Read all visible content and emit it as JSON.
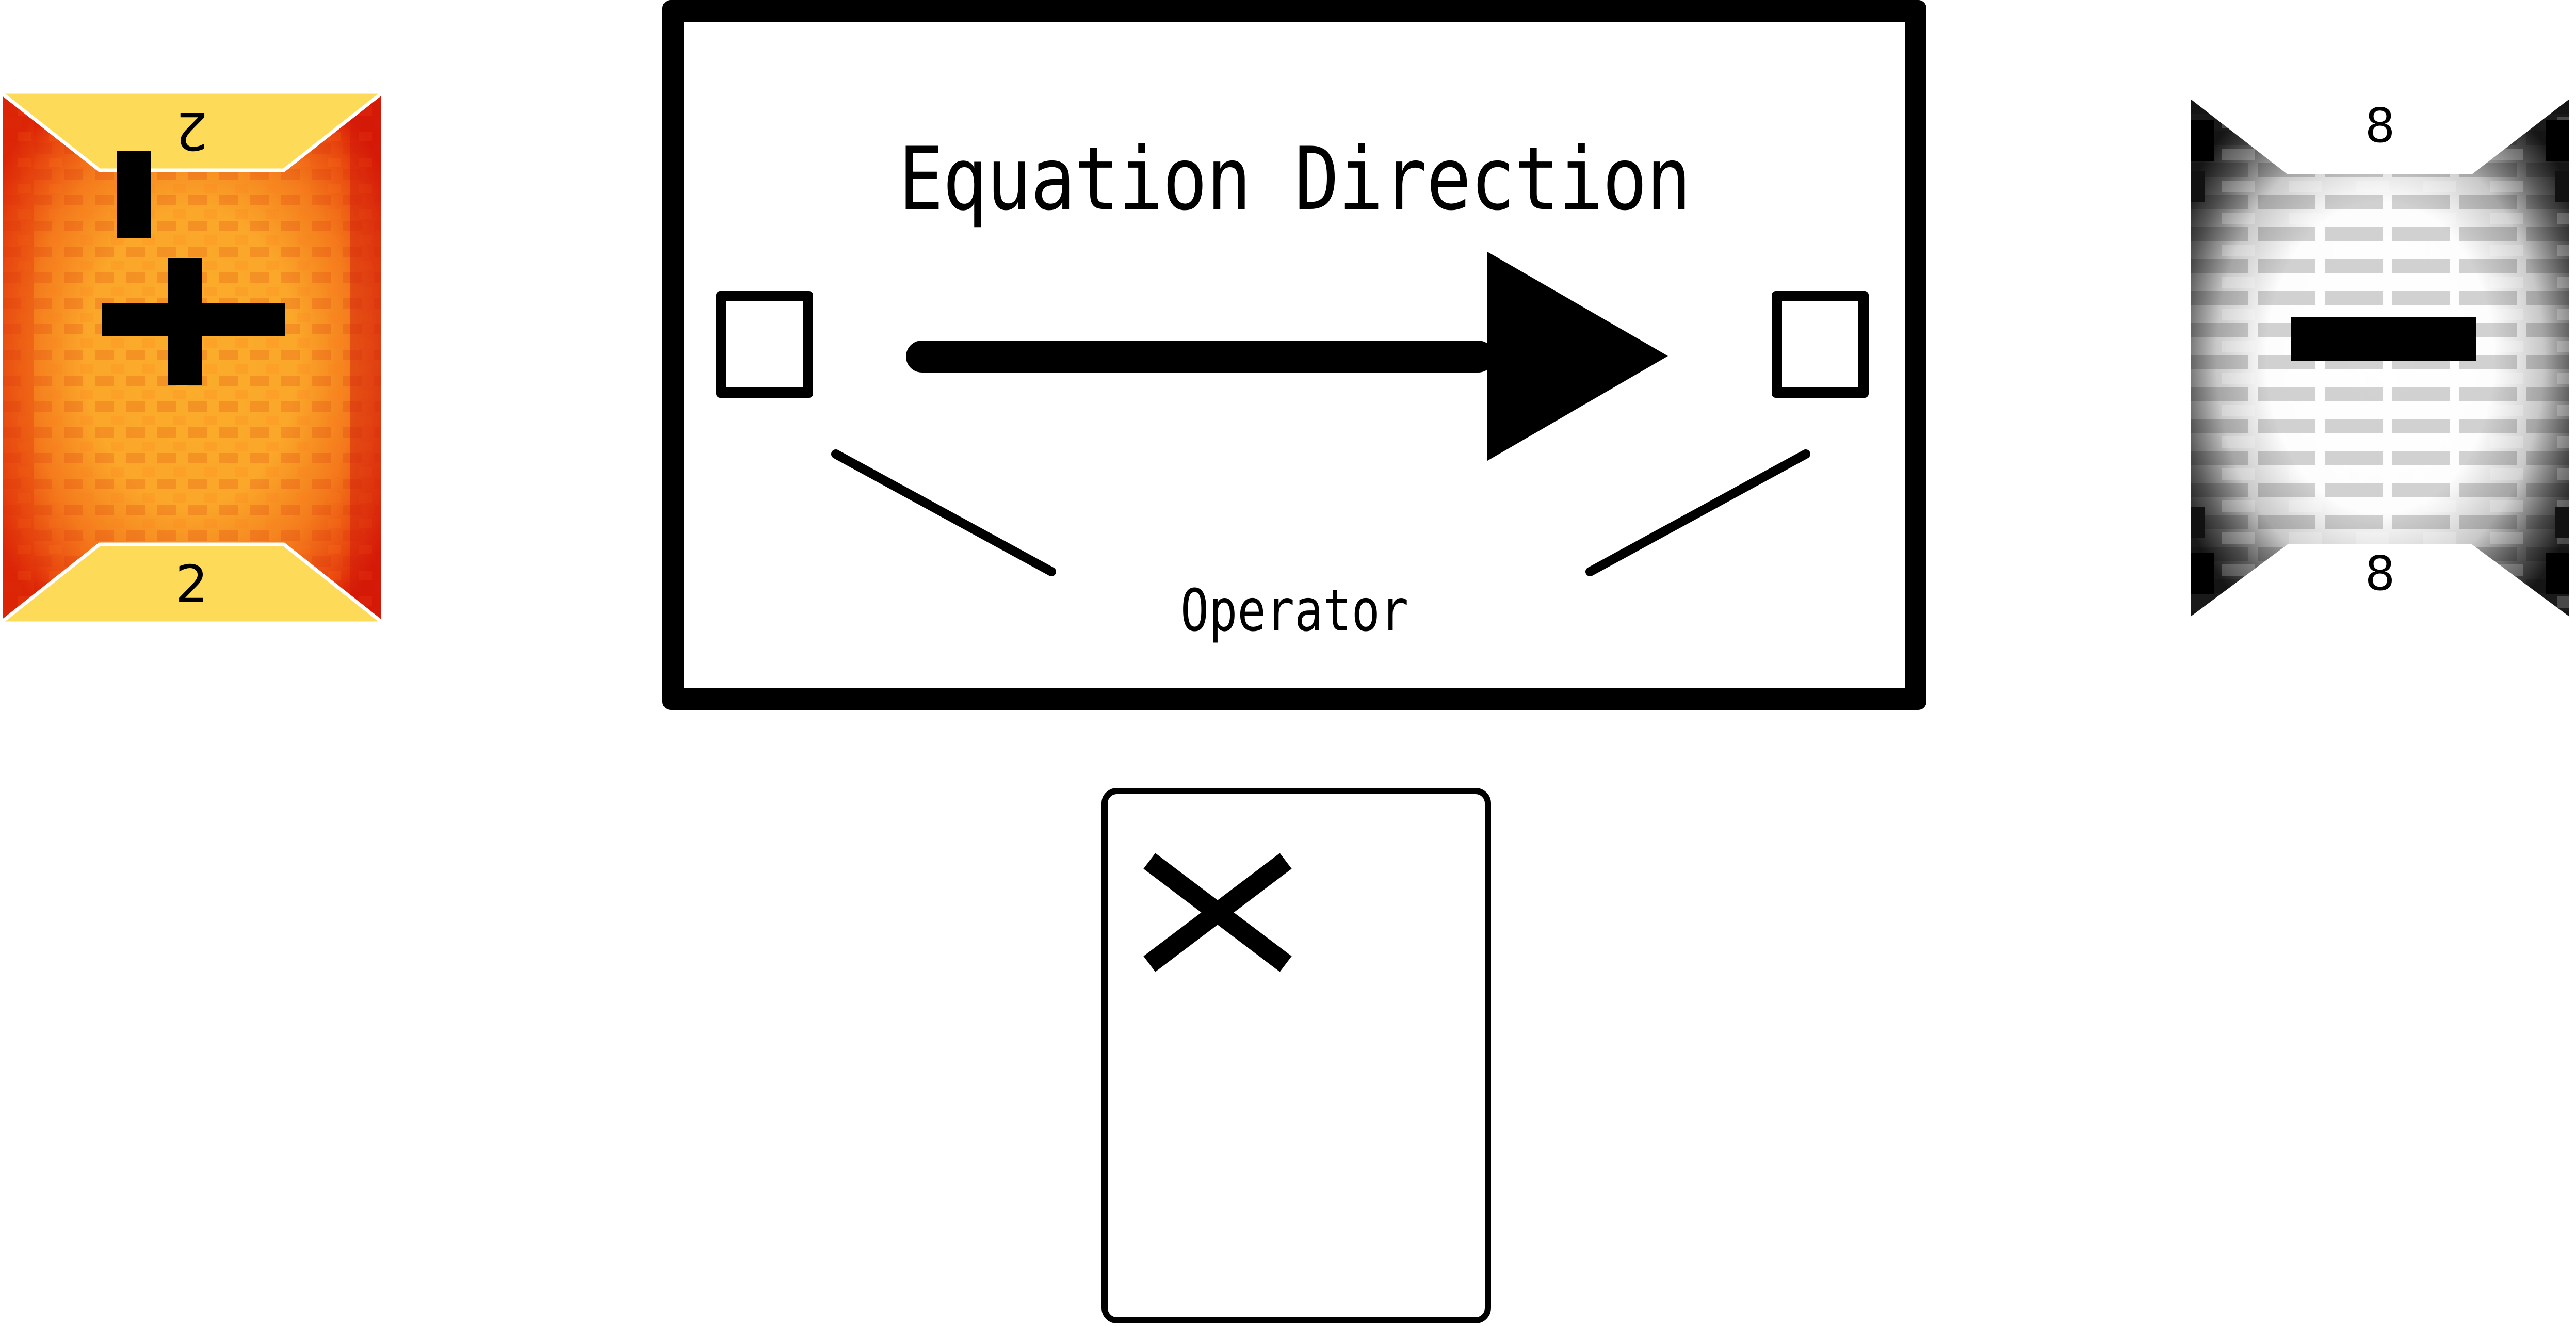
{
  "direction_panel": {
    "title": "Equation Direction",
    "operator_label": "Operator",
    "direction": "left-to-right",
    "left_slot": {
      "value": ""
    },
    "right_slot": {
      "value": ""
    },
    "arrow_icon": "arrow-right"
  },
  "cards": {
    "plus": {
      "symbol": "+",
      "icon": "plus-icon",
      "number_top": "2",
      "number_bottom": "2",
      "band_color": "#fddb58",
      "center_color": "#fbad2b",
      "edge_color": "#d91a05"
    },
    "minus": {
      "symbol": "−",
      "icon": "minus-icon",
      "number_top": "8",
      "number_bottom": "8",
      "band_color": "#ffffff",
      "center_color": "#ffffff",
      "edge_color": "#111111"
    },
    "multiply": {
      "symbol": "×",
      "icon": "multiply-icon"
    }
  }
}
